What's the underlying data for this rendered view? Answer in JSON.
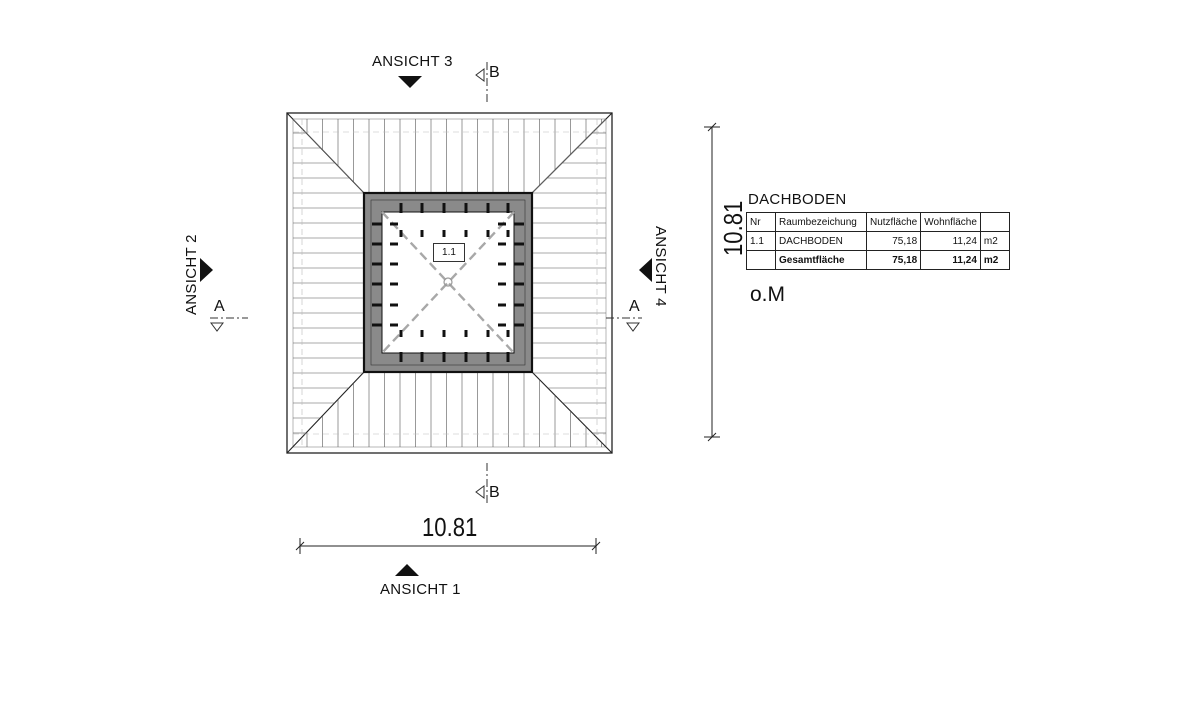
{
  "views": {
    "view1": "ANSICHT 1",
    "view2": "ANSICHT 2",
    "view3": "ANSICHT 3",
    "view4": "ANSICHT 4"
  },
  "sections": {
    "a": "A",
    "b": "B"
  },
  "dimensions": {
    "width": "10.81",
    "depth": "10.81"
  },
  "room_tag": "1.1",
  "room_schedule": {
    "title": "DACHBODEN",
    "headers": [
      "Nr",
      "Raumbezeichung",
      "Nutzfläche",
      "Wohnfläche",
      ""
    ],
    "rows": [
      {
        "nr": "1.1",
        "name": "DACHBODEN",
        "nutz": "75,18",
        "wohn": "11,24",
        "unit": "m2"
      }
    ],
    "total": {
      "nr": "",
      "name": "Gesamtfläche",
      "nutz": "75,18",
      "wohn": "11,24",
      "unit": "m2"
    }
  },
  "level_label": "o.M",
  "colors": {
    "line": "#222222",
    "light_line": "#9a9a9a",
    "wall_fill": "#8a8a8a",
    "dash": "#aaaaaa"
  }
}
